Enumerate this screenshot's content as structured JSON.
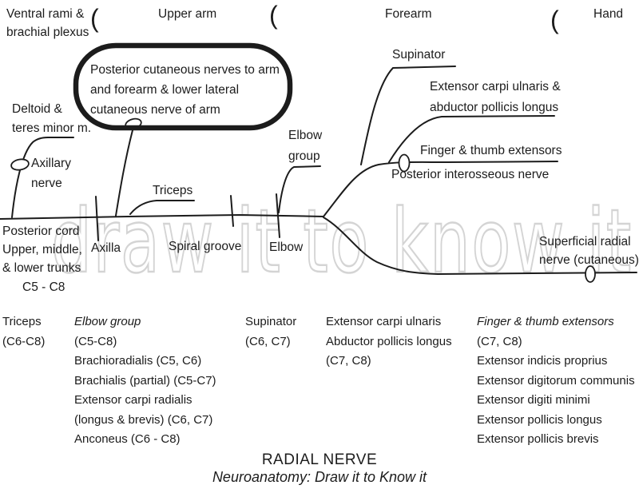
{
  "colors": {
    "ink": "#1c1c1c",
    "watermark_outline": "#d4d4d4",
    "background": "#ffffff"
  },
  "header": {
    "separator_glyph": "(",
    "regions": [
      "Ventral rami &\nbrachial plexus",
      "Upper arm",
      "Forearm",
      "Hand"
    ]
  },
  "diagram": {
    "circled_note": "Posterior cutaneous nerves to arm\nand forearm & lower lateral\ncutaneous nerve of arm",
    "deltoid_label": "Deltoid &\nteres minor m.",
    "axillary_label": "Axillary\nnerve",
    "triceps_label": "Triceps",
    "elbow_group_label": "Elbow\ngroup",
    "supinator_label": "Supinator",
    "ecu_apl_label": "Extensor carpi ulnaris &\nabductor pollicis longus",
    "finger_thumb_label": "Finger & thumb extensors",
    "posterior_interosseous_label": "Posterior interosseous nerve",
    "superficial_radial_label": "Superficial radial\nnerve (cutaneous)",
    "origin_label": "Posterior cord\nUpper, middle,\n& lower trunks",
    "origin_roots": "C5 - C8",
    "axilla_label": "Axilla",
    "spiral_groove_label": "Spiral groove",
    "elbow_label": "Elbow"
  },
  "watermark": "draw it to know it",
  "muscle_lists": [
    {
      "header": "Triceps",
      "body": "(C6-C8)"
    },
    {
      "header": "Elbow group",
      "body": "(C5-C8)\nBrachioradialis (C5, C6)\nBrachialis (partial) (C5-C7)\nExtensor carpi radialis\n(longus & brevis) (C6, C7)\nAnconeus (C6 - C8)"
    },
    {
      "header": "Supinator",
      "body": "(C6, C7)"
    },
    {
      "header": "Extensor carpi ulnaris",
      "body": "Abductor pollicis longus\n(C7, C8)"
    },
    {
      "header": "Finger & thumb extensors",
      "body": "(C7, C8)\nExtensor indicis proprius\nExtensor digitorum communis\nExtensor digiti minimi\nExtensor pollicis longus\nExtensor pollicis brevis"
    }
  ],
  "footer": {
    "title": "RADIAL NERVE",
    "subtitle": "Neuroanatomy: Draw it to Know it"
  }
}
